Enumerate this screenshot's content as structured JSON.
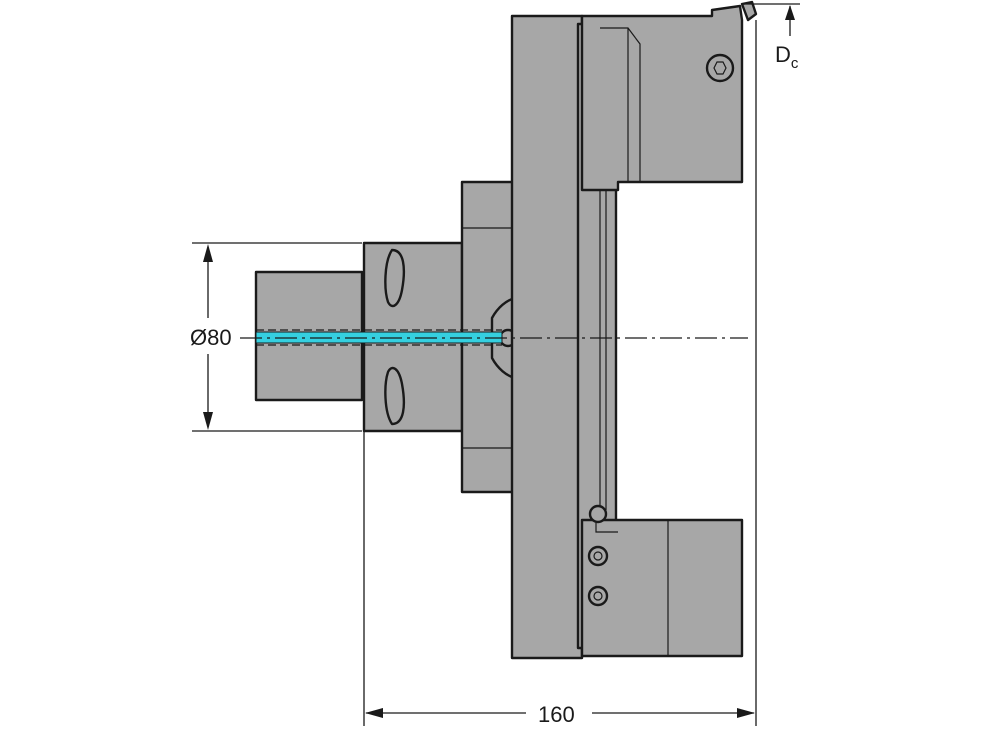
{
  "dimensions": {
    "diameter_label": "Ø80",
    "length_label": "160",
    "dc_main": "D",
    "dc_sub": "c"
  },
  "colors": {
    "body_fill": "#a7a7a7",
    "body_stroke": "#1a1a1a",
    "coolant": "#35d0e0",
    "line": "#1a1a1a"
  }
}
